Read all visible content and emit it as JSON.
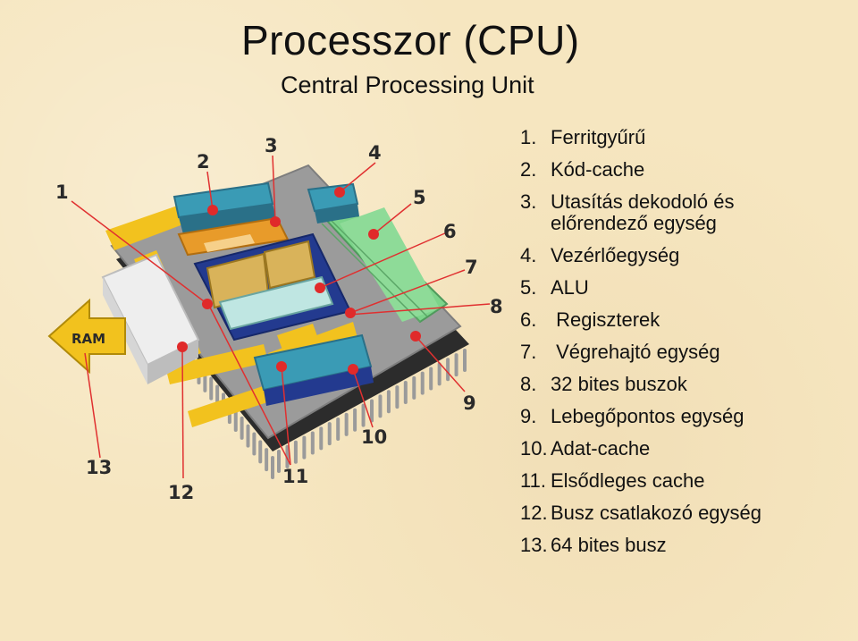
{
  "title": "Processzor (CPU)",
  "subtitle": "Central Processing Unit",
  "legend": [
    {
      "num": "1.",
      "text": "Ferritgyűrű"
    },
    {
      "num": "2.",
      "text": "Kód-cache"
    },
    {
      "num": "3.",
      "text": "Utasítás dekodoló és előrendező egység"
    },
    {
      "num": "4.",
      "text": "Vezérlőegység"
    },
    {
      "num": "5.",
      "text": "ALU"
    },
    {
      "num": "6.",
      "text": " Regiszterek"
    },
    {
      "num": "7.",
      "text": " Végrehajtó egység"
    },
    {
      "num": "8.",
      "text": "32 bites buszok"
    },
    {
      "num": "9.",
      "text": "Lebegőpontos egység"
    },
    {
      "num": "10.",
      "text": "Adat-cache"
    },
    {
      "num": "11.",
      "text": "Elsődleges cache"
    },
    {
      "num": "12.",
      "text": "Busz csatlakozó egység"
    },
    {
      "num": "13.",
      "text": "64 bites busz"
    }
  ],
  "diagram": {
    "ram_label": "RAM",
    "callouts": [
      "1",
      "2",
      "3",
      "4",
      "5",
      "6",
      "7",
      "8",
      "9",
      "10",
      "11",
      "12",
      "13"
    ]
  }
}
